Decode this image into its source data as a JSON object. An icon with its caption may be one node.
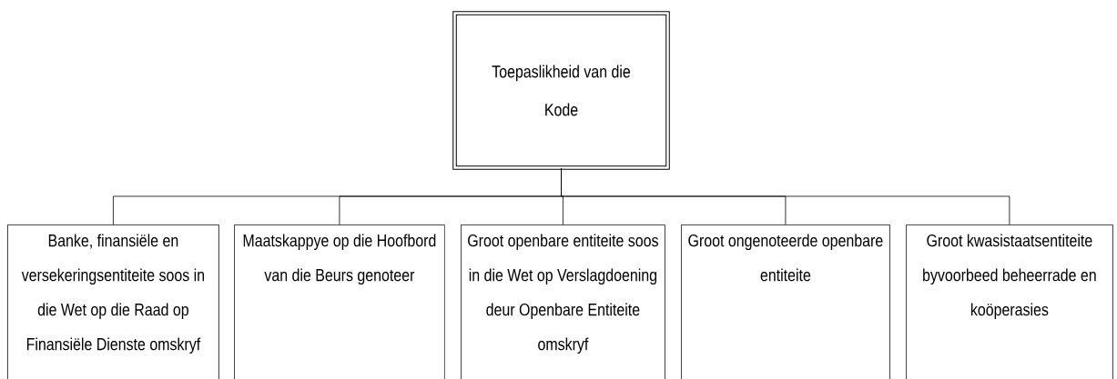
{
  "diagram": {
    "nodes": [
      {
        "text": [
          "Toepaslikheid van die Kode"
        ]
      },
      {
        "text": [
          "Banke, finansiële en versekeringsentiteite soos in die Wet op die Raad op Finansiële Dienste omskryf"
        ]
      },
      {
        "text": [
          "Maatskappye op die Hoofbord van die Beurs genoteer"
        ]
      },
      {
        "text": [
          "Groot openbare entiteite soos in die Wet op Verslagdoening deur Openbare Entiteite omskryf"
        ]
      },
      {
        "text": [
          "Groot ongenoteerde openbare entiteite"
        ]
      },
      {
        "text": [
          "Groot kwasistaatsentiteite byvoorbeed beheerrade en koöperasies"
        ]
      }
    ],
    "edges": [
      {
        "from": 0,
        "to": 1,
        "arrow": "none"
      },
      {
        "from": 0,
        "to": 2,
        "arrow": "none"
      },
      {
        "from": 0,
        "to": 3,
        "arrow": "none"
      },
      {
        "from": 0,
        "to": 4,
        "arrow": "none"
      },
      {
        "from": 0,
        "to": 5,
        "arrow": "none"
      }
    ]
  }
}
